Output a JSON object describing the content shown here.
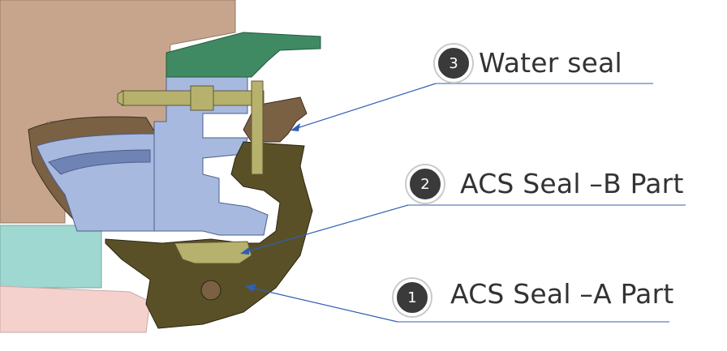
{
  "colors": {
    "housing": "#c7a58d",
    "rotor_blue": "#a7b9df",
    "rotor_shade": "#6f84b4",
    "green_cap": "#3f8a62",
    "bolt": "#b7b16e",
    "seal_body": "#5a5028",
    "seal_dark": "#3f381d",
    "seal_brown": "#7a6144",
    "teal_block": "#9fd7d1",
    "pink_block": "#f4d1cc",
    "leader_line": "#2f5fb5",
    "underline": "#5d7fc0",
    "badge": "#3a3a3a",
    "label_text": "#333333"
  },
  "callouts": [
    {
      "number": "3",
      "label": "Water seal"
    },
    {
      "number": "2",
      "label": "ACS Seal –B Part"
    },
    {
      "number": "1",
      "label": "ACS Seal –A Part"
    }
  ]
}
